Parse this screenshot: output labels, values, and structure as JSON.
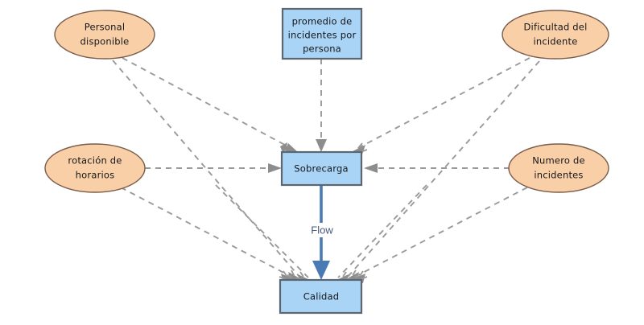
{
  "diagram": {
    "background_color": "#ffffff",
    "palette": {
      "ellipse_fill": "#f9cfa8",
      "ellipse_stroke": "#7a5c4a",
      "box_fill": "#a9d4f5",
      "box_stroke": "#5c6670",
      "dashed_edge": "#9a9a9a",
      "flow_edge": "#4a7ab4",
      "label_text": "#14161a",
      "flow_label_text": "#45597a"
    },
    "nodes": {
      "personal_disponible": {
        "label_line1": "Personal",
        "label_line2": "disponible",
        "shape": "ellipse"
      },
      "promedio_incidentes": {
        "label_line1": "promedio de",
        "label_line2": "incidentes por",
        "label_line3": "persona",
        "shape": "rectangle"
      },
      "dificultad_incidente": {
        "label_line1": "Dificultad del",
        "label_line2": "incidente",
        "shape": "ellipse"
      },
      "rotacion_horarios": {
        "label_line1": "rotación de",
        "label_line2": "horarios",
        "shape": "ellipse"
      },
      "sobrecarga": {
        "label_line1": "Sobrecarga",
        "shape": "rectangle"
      },
      "numero_incidentes": {
        "label_line1": "Numero de",
        "label_line2": "incidentes",
        "shape": "ellipse"
      },
      "calidad": {
        "label_line1": "Calidad",
        "shape": "rectangle"
      }
    },
    "edges": {
      "flow_label": "Flow"
    }
  }
}
